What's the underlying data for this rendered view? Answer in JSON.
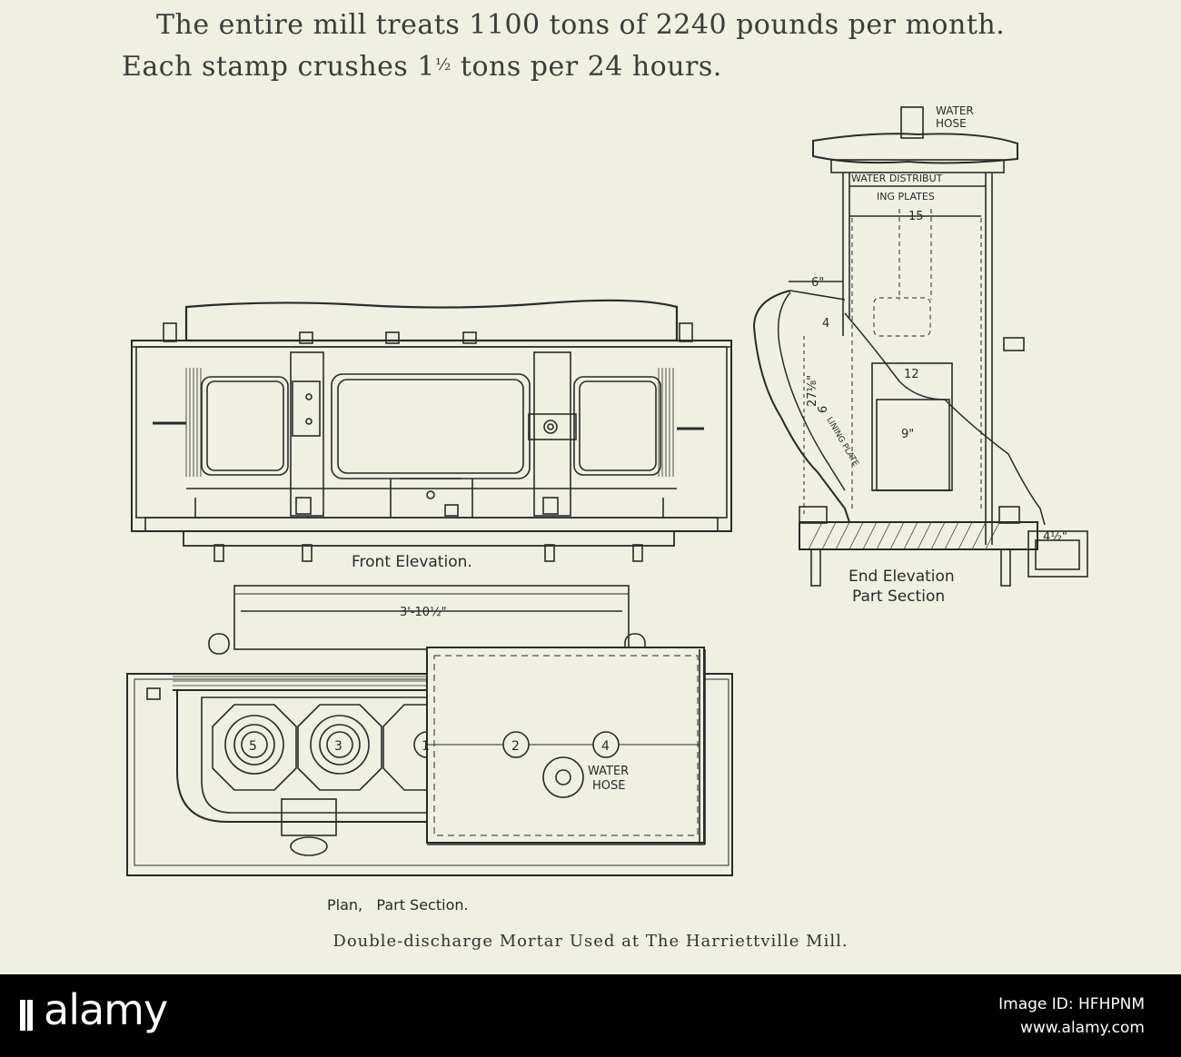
{
  "document": {
    "line1": "The entire mill treats 1100 tons of 2240 pounds per month.",
    "line2_before": "Each stamp crushes 1",
    "line2_fraction": "½",
    "line2_after": " tons per 24 hours.",
    "caption": "Double-discharge Mortar Used at The Harriettville Mill."
  },
  "figure": {
    "front_label": "Front Elevation.",
    "end_label_1": "End Elevation",
    "end_label_2": "Part Section",
    "plan_label": "Plan,   Part Section.",
    "water_1": "WATER",
    "hose": "HOSE",
    "water_distrib": "WATER DISTRIBUT",
    "ing_plates": "ING PLATES",
    "lining_plate": "LINING PLATE",
    "dim_15": "15",
    "dim_6": "6\"",
    "dim_4": "4",
    "dim_12": "12",
    "dim_9": "9\"",
    "dim_27": "27⅛\"",
    "dim_6b": "6",
    "dim_4half": "4½\"",
    "dim_3_10": "3'-10½\"",
    "stamp_5": "5",
    "stamp_3": "3",
    "stamp_1": "1",
    "stamp_2": "2",
    "stamp_4": "4",
    "plan_water": "WATER",
    "plan_hose": "HOSE"
  },
  "footer": {
    "brand": "alamy",
    "image_id": "Image ID: HFHPNM",
    "url": "www.alamy.com"
  },
  "colors": {
    "ink": "#2a2a2a",
    "paper": "#efefe2",
    "footer": "#000000"
  }
}
